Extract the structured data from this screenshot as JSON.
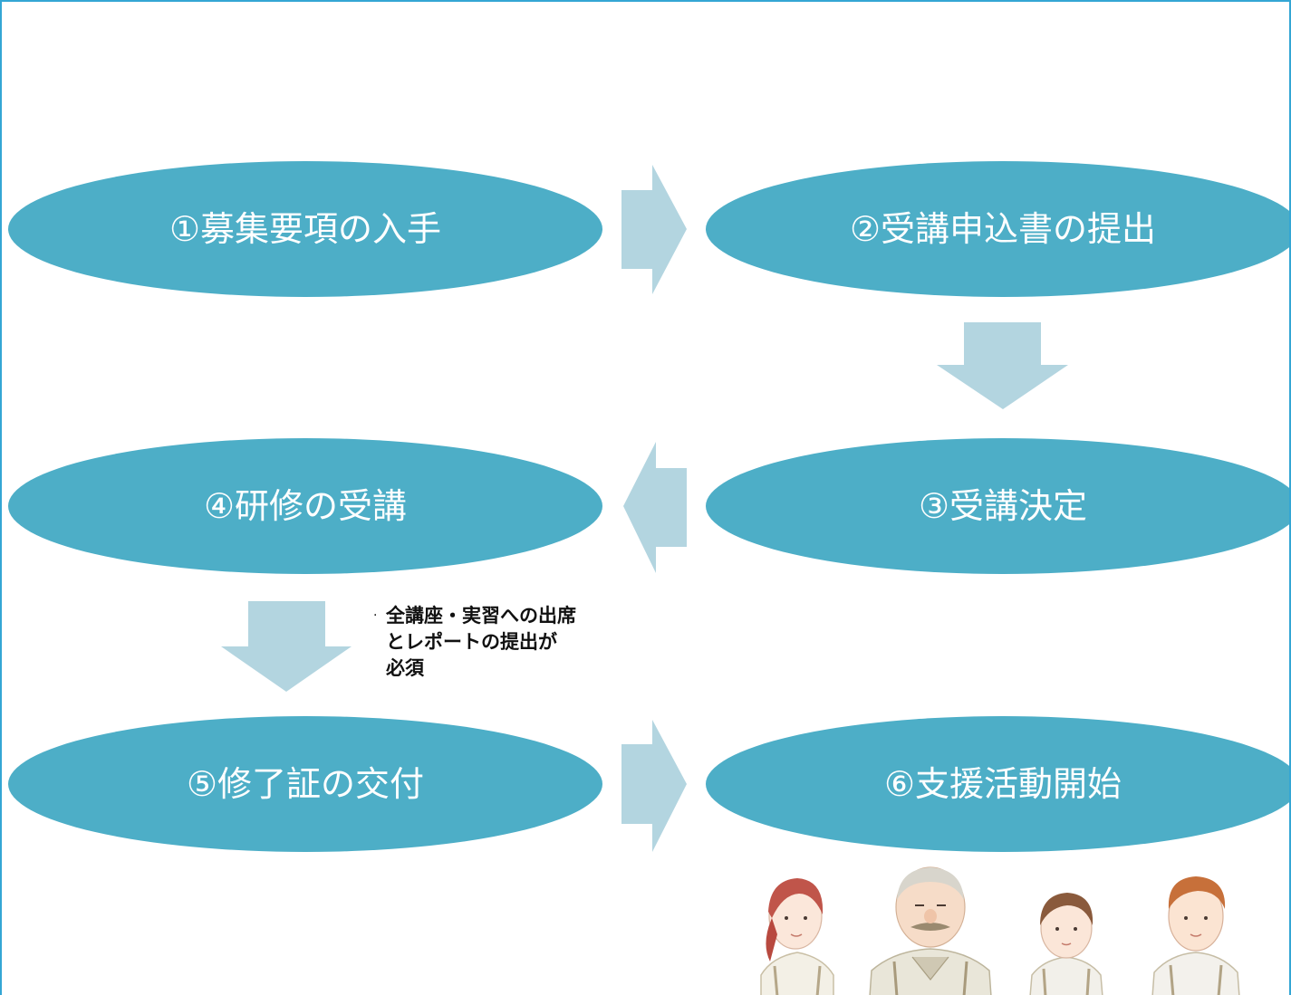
{
  "steps": [
    {
      "id": 1,
      "label": "①募集要項の入手"
    },
    {
      "id": 2,
      "label": "②受講申込書の提出"
    },
    {
      "id": 3,
      "label": "③受講決定"
    },
    {
      "id": 4,
      "label": "④研修の受講"
    },
    {
      "id": 5,
      "label": "⑤修了証の交付"
    },
    {
      "id": 6,
      "label": "⑥支援活動開始"
    }
  ],
  "note": {
    "bullet": "·",
    "lines": [
      "全講座・実習への出席",
      "とレポートの提出が",
      "必須"
    ]
  },
  "colors": {
    "ellipse": "#4daec7",
    "arrow": "#b3d5e0",
    "frame": "#34a6d4",
    "label": "#ffffff"
  },
  "illustration": {
    "icon": "people-illustration-icon",
    "people": [
      "girl-with-ponytail",
      "elderly-man-with-mustache",
      "woman-short-hair",
      "young-man"
    ]
  }
}
